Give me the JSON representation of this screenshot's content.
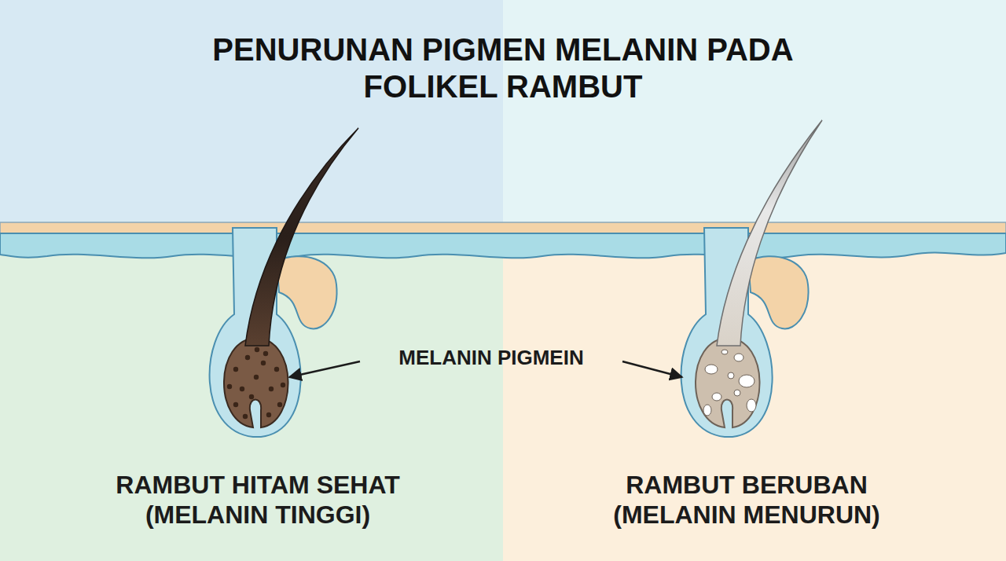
{
  "diagram": {
    "title": "PENURUNAN PIGMEN MELANIN PADA FOLIKEL RAMBUT",
    "labels": [
      "MELANIN PIGMEIN",
      "RAMBUT HITAM SEHAT (MELANIN TINGGI)",
      "RAMBUT BERUBAN (MELANIN MENURUN)"
    ]
  }
}
